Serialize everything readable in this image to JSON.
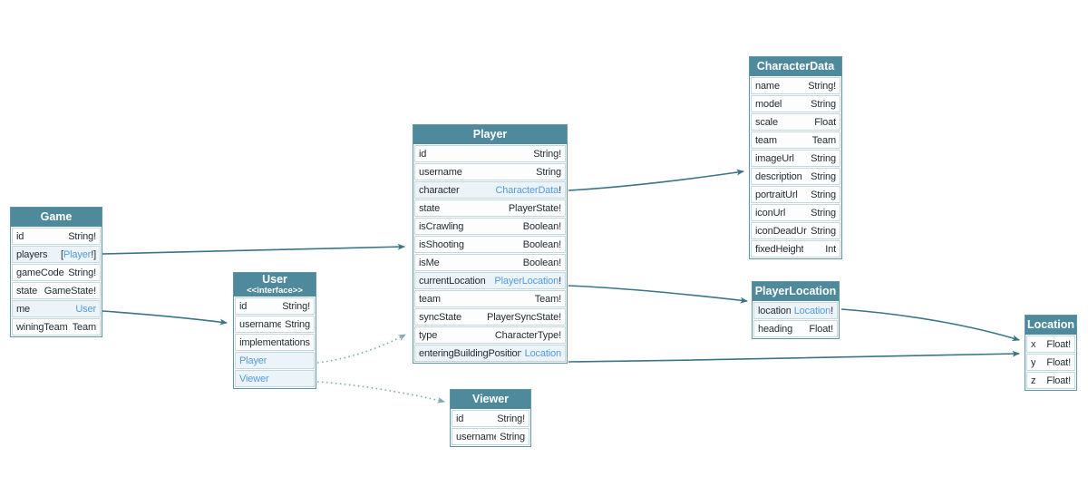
{
  "diagram": {
    "kind": "graphql-schema-diagram",
    "colors": {
      "header_bg": "#4e8a9c",
      "header_text": "#ffffff",
      "link_text": "#4f9be4",
      "row_bg": "#fdfdfe",
      "link_row_bg": "#edf4f9",
      "row_border": "#c3d7e0",
      "table_border": "#5f95a6",
      "edge_solid": "#3a7486",
      "edge_dotted": "#84a8b4",
      "field_text": "#1d2a30"
    }
  },
  "tables": [
    {
      "name": "Game",
      "fields": [
        {
          "name": "id",
          "type": "String!"
        },
        {
          "name": "players",
          "type": "[Player!]",
          "link": "Player"
        },
        {
          "name": "gameCode",
          "type": "String!"
        },
        {
          "name": "state",
          "type": "GameState!"
        },
        {
          "name": "me",
          "type": "User",
          "link": "User"
        },
        {
          "name": "winingTeam",
          "type": "Team"
        }
      ]
    },
    {
      "name": "User",
      "stereotype": "<<interface>>",
      "fields": [
        {
          "name": "id",
          "type": "String!"
        },
        {
          "name": "username",
          "type": "String"
        },
        {
          "name": "implementations",
          "type": "",
          "kind": "section"
        },
        {
          "name": "Player",
          "type": "",
          "kind": "linkrow"
        },
        {
          "name": "Viewer",
          "type": "",
          "kind": "linkrow"
        }
      ]
    },
    {
      "name": "Player",
      "fields": [
        {
          "name": "id",
          "type": "String!"
        },
        {
          "name": "username",
          "type": "String"
        },
        {
          "name": "character",
          "type": "CharacterData!",
          "link": "CharacterData"
        },
        {
          "name": "state",
          "type": "PlayerState!"
        },
        {
          "name": "isCrawling",
          "type": "Boolean!"
        },
        {
          "name": "isShooting",
          "type": "Boolean!"
        },
        {
          "name": "isMe",
          "type": "Boolean!"
        },
        {
          "name": "currentLocation",
          "type": "PlayerLocation!",
          "link": "PlayerLocation"
        },
        {
          "name": "team",
          "type": "Team!"
        },
        {
          "name": "syncState",
          "type": "PlayerSyncState!"
        },
        {
          "name": "type",
          "type": "CharacterType!"
        },
        {
          "name": "enteringBuildingPosition",
          "type": "Location",
          "link": "Location"
        }
      ]
    },
    {
      "name": "Viewer",
      "fields": [
        {
          "name": "id",
          "type": "String!"
        },
        {
          "name": "username",
          "type": "String"
        }
      ]
    },
    {
      "name": "CharacterData",
      "fields": [
        {
          "name": "name",
          "type": "String!"
        },
        {
          "name": "model",
          "type": "String"
        },
        {
          "name": "scale",
          "type": "Float"
        },
        {
          "name": "team",
          "type": "Team"
        },
        {
          "name": "imageUrl",
          "type": "String"
        },
        {
          "name": "description",
          "type": "String"
        },
        {
          "name": "portraitUrl",
          "type": "String"
        },
        {
          "name": "iconUrl",
          "type": "String"
        },
        {
          "name": "iconDeadUrl",
          "type": "String"
        },
        {
          "name": "fixedHeight",
          "type": "Int"
        }
      ]
    },
    {
      "name": "PlayerLocation",
      "fields": [
        {
          "name": "location",
          "type": "Location!",
          "link": "Location"
        },
        {
          "name": "heading",
          "type": "Float!"
        }
      ]
    },
    {
      "name": "Location",
      "fields": [
        {
          "name": "x",
          "type": "Float!"
        },
        {
          "name": "y",
          "type": "Float!"
        },
        {
          "name": "z",
          "type": "Float!"
        }
      ]
    }
  ],
  "edges": [
    {
      "from": "Game.players",
      "to": "Player",
      "style": "solid"
    },
    {
      "from": "Game.me",
      "to": "User",
      "style": "solid"
    },
    {
      "from": "User.Player",
      "to": "Player",
      "style": "dotted"
    },
    {
      "from": "User.Viewer",
      "to": "Viewer",
      "style": "dotted"
    },
    {
      "from": "Player.character",
      "to": "CharacterData",
      "style": "solid"
    },
    {
      "from": "Player.currentLocation",
      "to": "PlayerLocation",
      "style": "solid"
    },
    {
      "from": "Player.enteringBuildingPosition",
      "to": "Location",
      "style": "solid"
    },
    {
      "from": "PlayerLocation.location",
      "to": "Location",
      "style": "solid"
    }
  ]
}
